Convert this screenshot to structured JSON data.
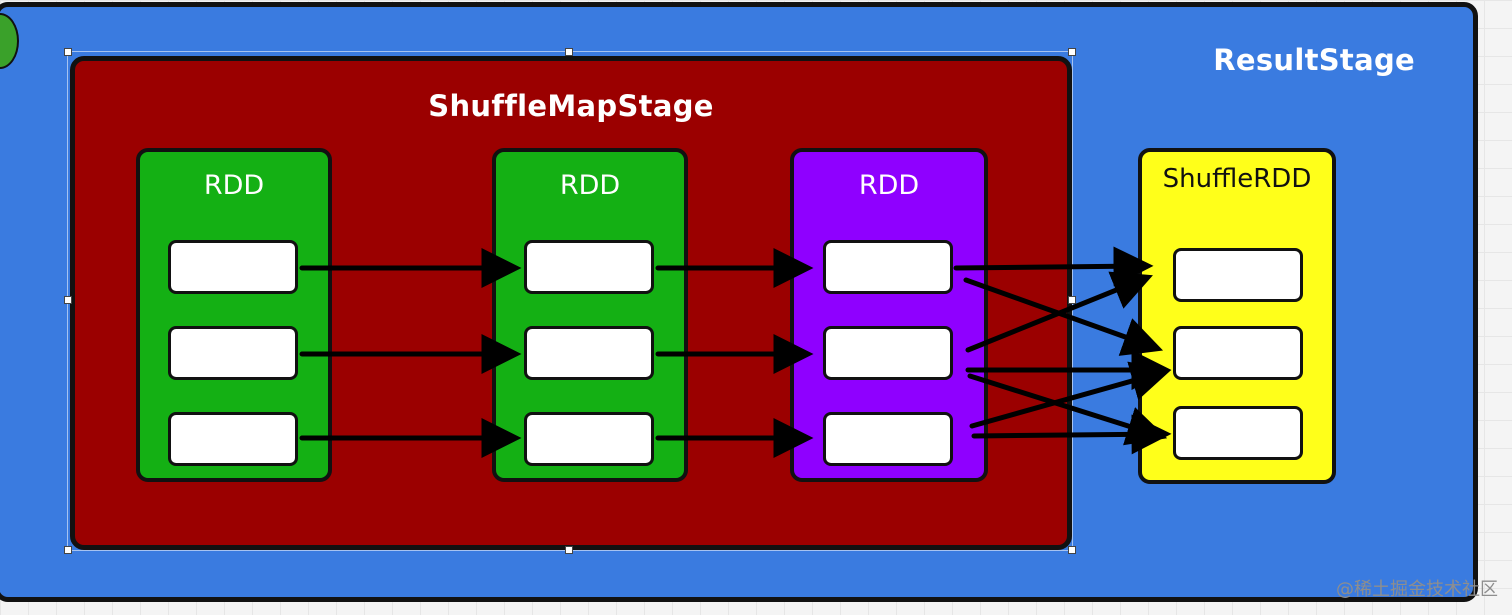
{
  "diagram": {
    "result_stage": {
      "label": "ResultStage"
    },
    "shuffle_map_stage": {
      "label": "ShuffleMapStage"
    },
    "rdds": [
      {
        "id": "rdd1",
        "label": "RDD",
        "partitions": 3
      },
      {
        "id": "rdd2",
        "label": "RDD",
        "partitions": 3
      },
      {
        "id": "rdd3",
        "label": "RDD",
        "partitions": 3
      },
      {
        "id": "shuffle_rdd",
        "label": "ShuffleRDD",
        "partitions": 3
      }
    ],
    "edges": [
      {
        "from": "rdd1.0",
        "to": "rdd2.0"
      },
      {
        "from": "rdd1.1",
        "to": "rdd2.1"
      },
      {
        "from": "rdd1.2",
        "to": "rdd2.2"
      },
      {
        "from": "rdd2.0",
        "to": "rdd3.0"
      },
      {
        "from": "rdd2.1",
        "to": "rdd3.1"
      },
      {
        "from": "rdd2.2",
        "to": "rdd3.2"
      },
      {
        "from": "rdd3.0",
        "to": "shuffle_rdd.0"
      },
      {
        "from": "rdd3.0",
        "to": "shuffle_rdd.1"
      },
      {
        "from": "rdd3.1",
        "to": "shuffle_rdd.0"
      },
      {
        "from": "rdd3.1",
        "to": "shuffle_rdd.1"
      },
      {
        "from": "rdd3.1",
        "to": "shuffle_rdd.2"
      },
      {
        "from": "rdd3.2",
        "to": "shuffle_rdd.1"
      },
      {
        "from": "rdd3.2",
        "to": "shuffle_rdd.2"
      }
    ],
    "colors": {
      "result_stage": "#3a7be0",
      "shuffle_map_stage": "#9b0000",
      "narrow_rdd": "#14b014",
      "map_output_rdd": "#8f00ff",
      "shuffle_rdd": "#ffff1a",
      "partition": "#ffffff",
      "arrow": "#000000"
    }
  },
  "watermark": "@稀土掘金技术社区"
}
